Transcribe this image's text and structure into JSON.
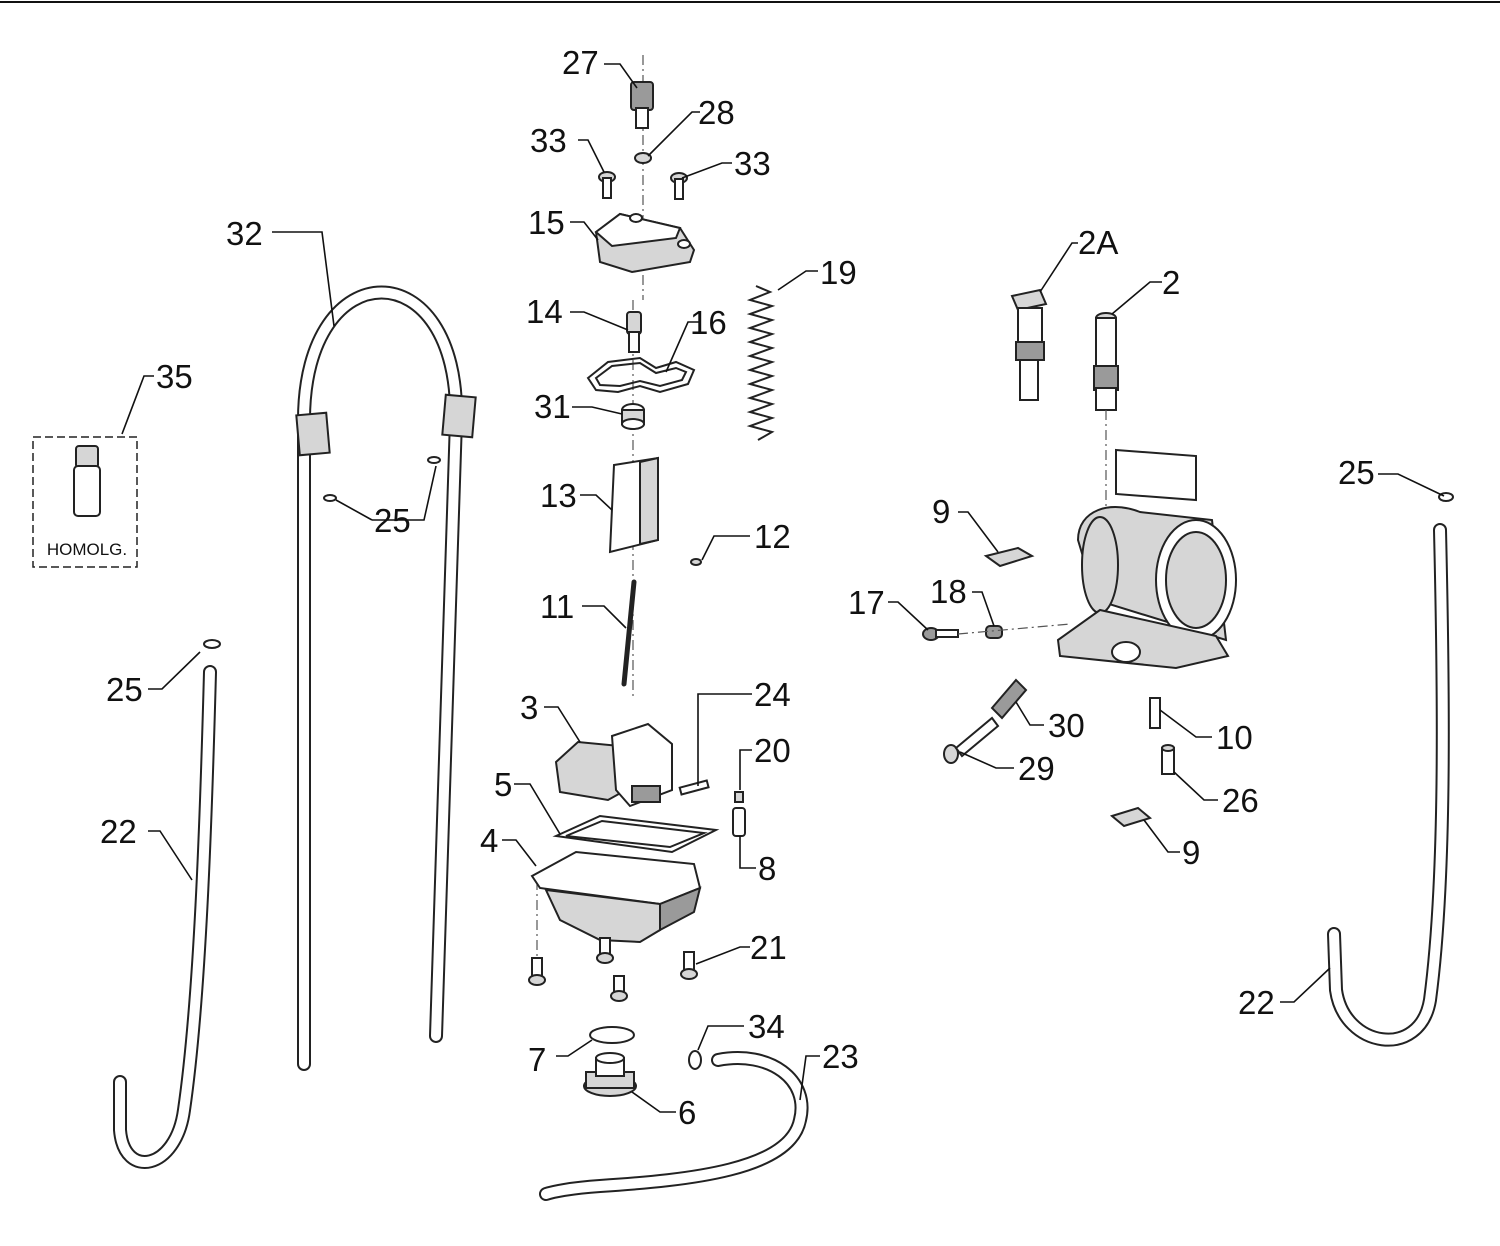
{
  "diagram": {
    "callouts": {
      "c27": "27",
      "c28": "28",
      "c33a": "33",
      "c33b": "33",
      "c15": "15",
      "c32": "32",
      "c19": "19",
      "c2a": "2A",
      "c2": "2",
      "c14": "14",
      "c16": "16",
      "c35": "35",
      "c31": "31",
      "c13": "13",
      "c25a": "25",
      "c25b": "25",
      "c25c": "25",
      "c9a": "9",
      "c12": "12",
      "c17": "17",
      "c18": "18",
      "c11": "11",
      "c3": "3",
      "c24": "24",
      "c30": "30",
      "c10": "10",
      "c20": "20",
      "c5": "5",
      "c29": "29",
      "c26": "26",
      "c4": "4",
      "c8": "8",
      "c9b": "9",
      "c22a": "22",
      "c21": "21",
      "c22b": "22",
      "c34": "34",
      "c23": "23",
      "c7": "7",
      "c6": "6"
    },
    "box_label": "HOMOLG."
  }
}
